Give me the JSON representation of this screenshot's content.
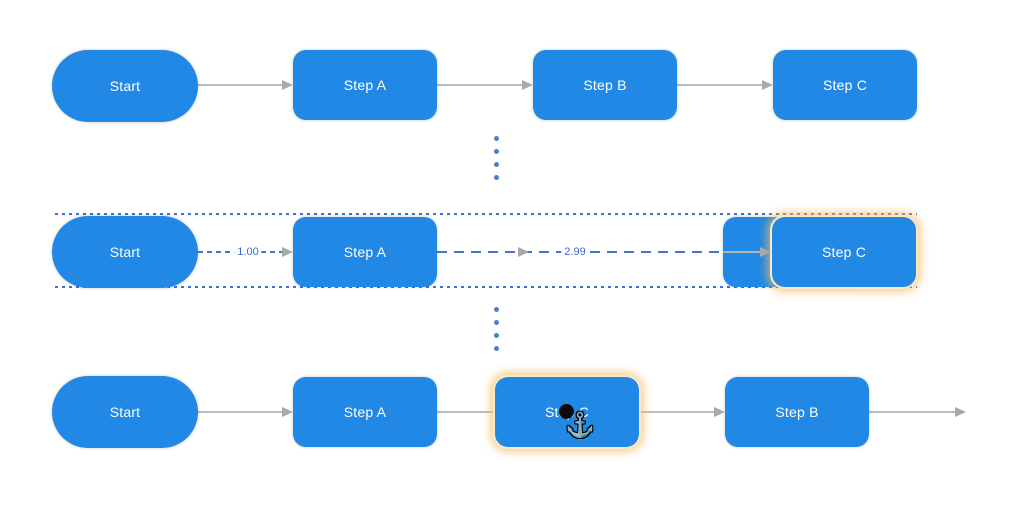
{
  "diagram": {
    "rows": [
      {
        "name": "top-flow",
        "nodes": [
          {
            "label": "Start"
          },
          {
            "label": "Step A"
          },
          {
            "label": "Step B"
          },
          {
            "label": "Step C"
          }
        ]
      },
      {
        "name": "middle-flow-drag-preview",
        "edge_labels": {
          "first": "1.00",
          "second": "2.99"
        },
        "nodes": [
          {
            "label": "Start"
          },
          {
            "label": "Step A"
          },
          {
            "label": ""
          },
          {
            "label": "Step C"
          }
        ]
      },
      {
        "name": "bottom-flow-after-drop",
        "nodes": [
          {
            "label": "Start"
          },
          {
            "label": "Step A"
          },
          {
            "label": "Step C"
          },
          {
            "label": "Step B"
          }
        ]
      }
    ]
  },
  "icons": {
    "anchor_cursor": "⚓"
  },
  "colors": {
    "node_fill": "#2189e5",
    "node_text": "#ffffff",
    "arrow_gray": "#bcbcbc",
    "arrowhead_gray": "#a9a9a9",
    "connector_dash_blue": "#4673d6",
    "lane_dotted_blue": "#3b70d6",
    "edge_label_blue": "#4169cf",
    "ellipsis_dot_blue": "#4a7ecf",
    "selection_glow": "#f3ba5e",
    "drag_dot_black": "#0b0b0b"
  }
}
